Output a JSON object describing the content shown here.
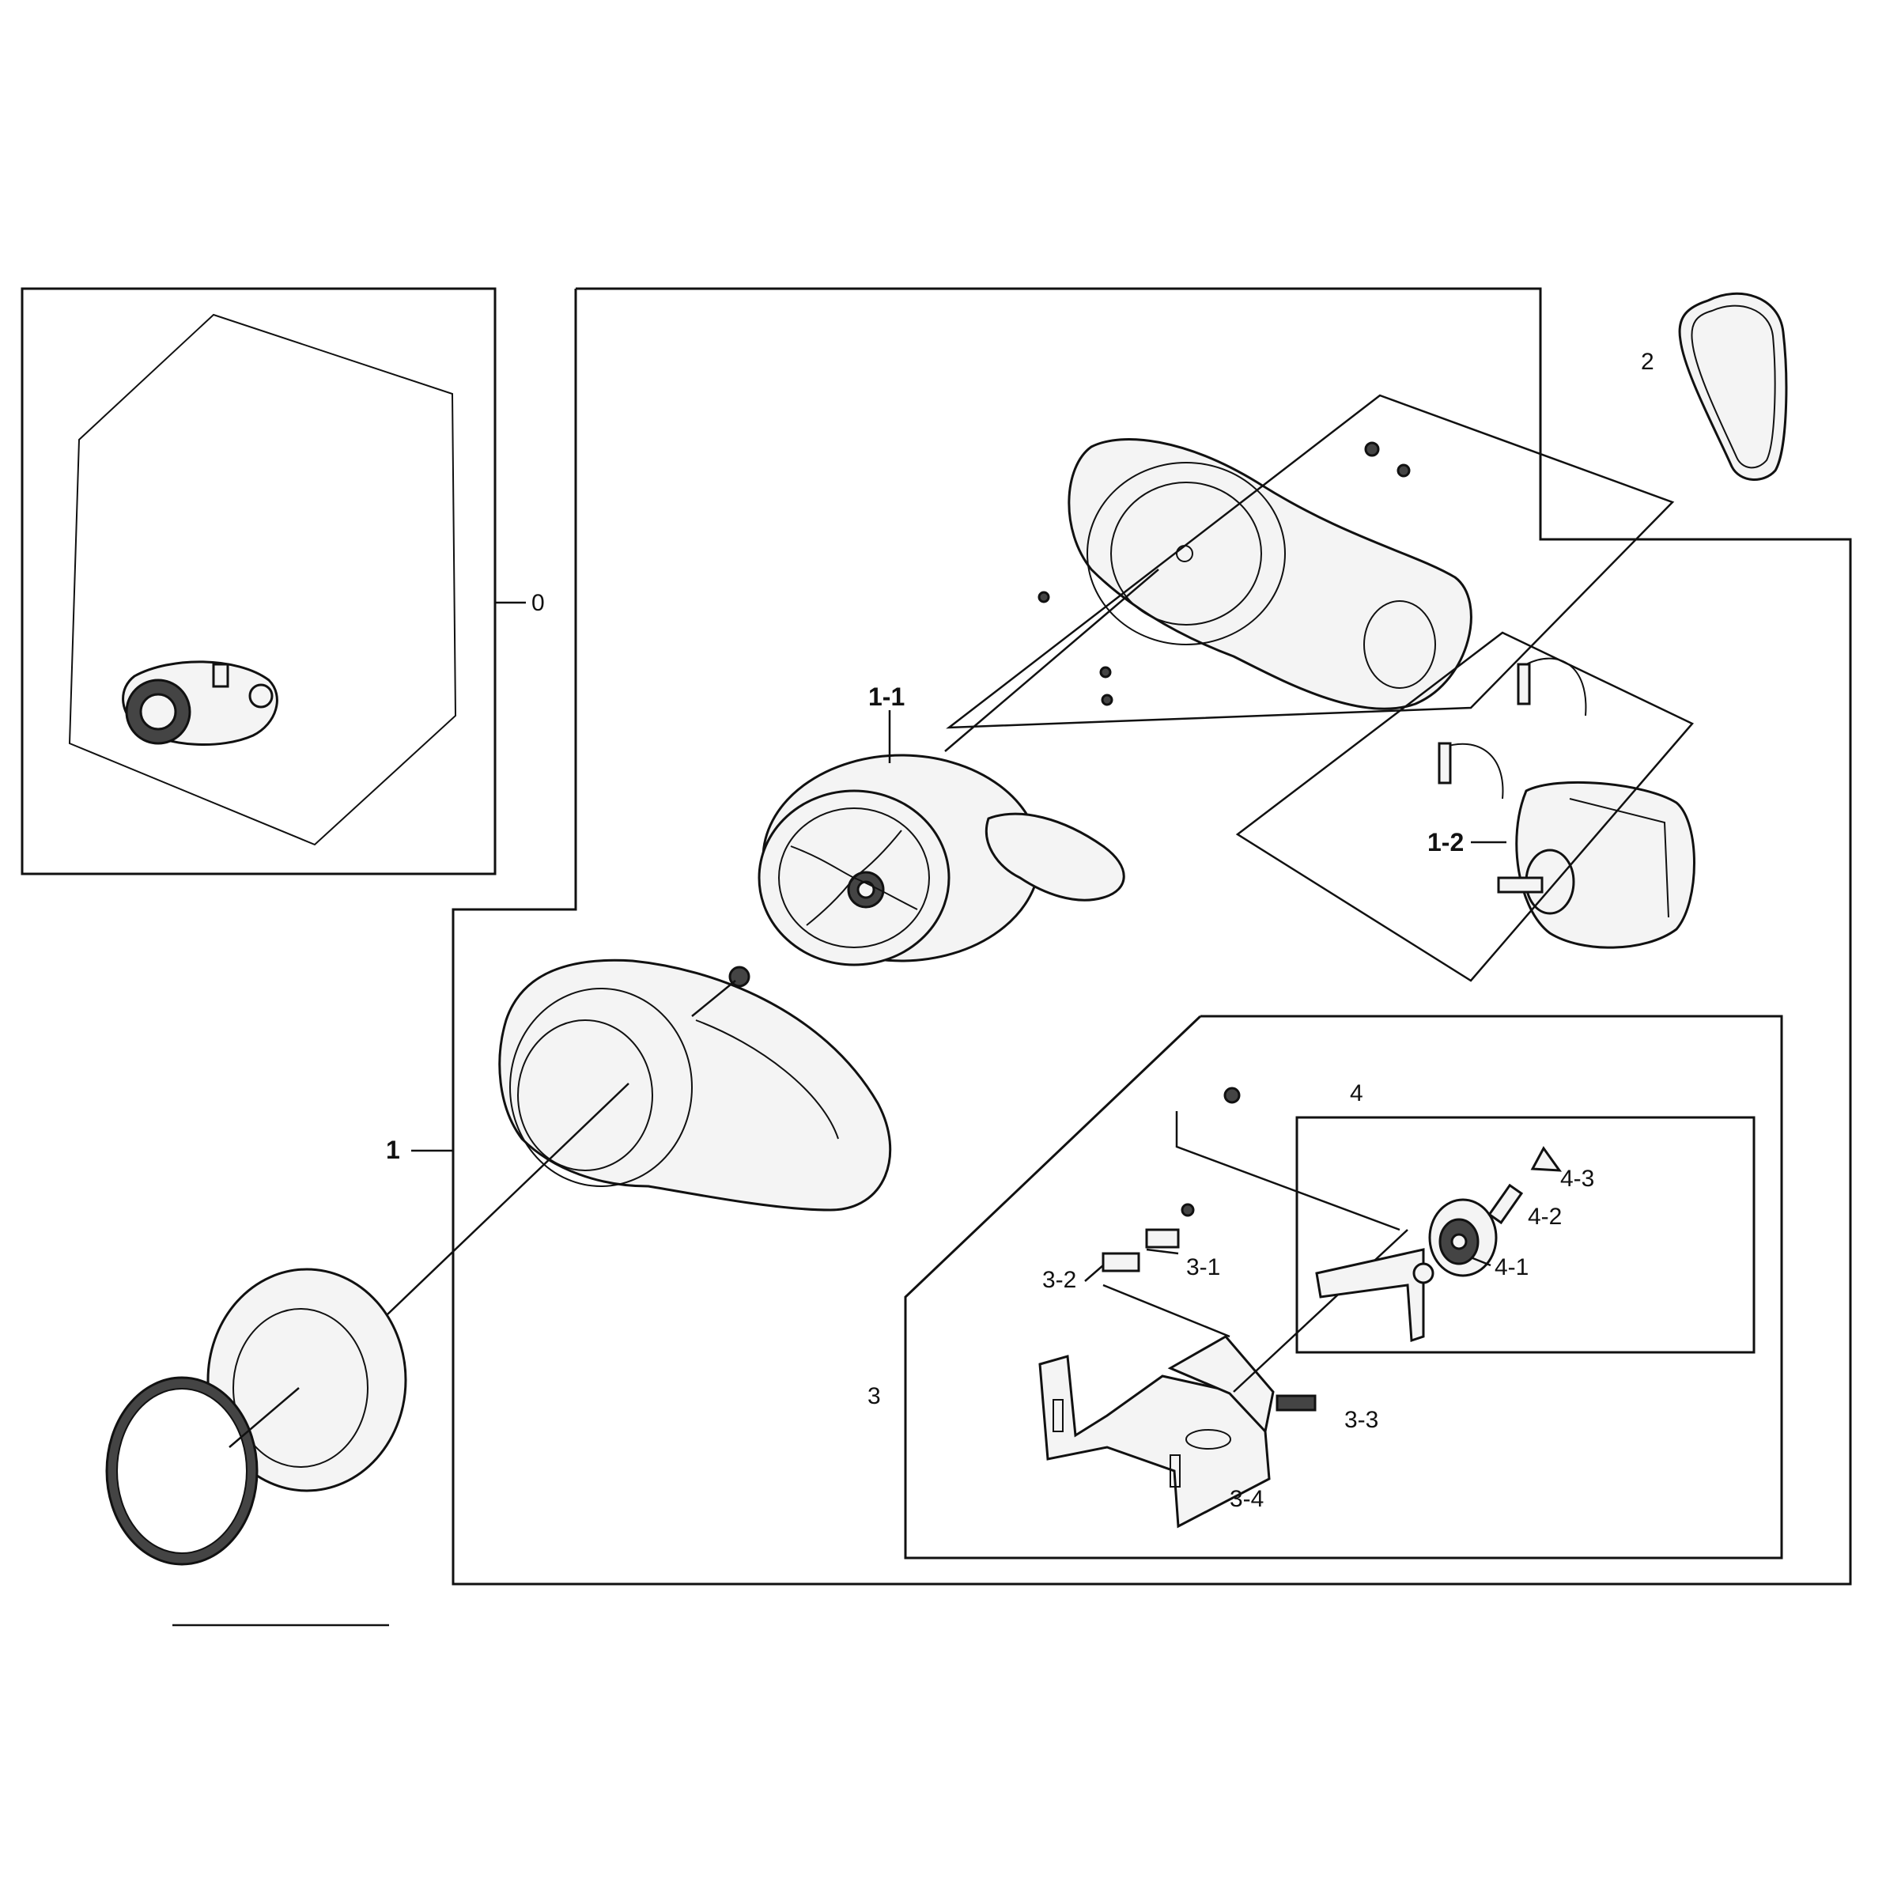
{
  "callouts": {
    "c0": "0",
    "c1": "1",
    "c1_1": "1-1",
    "c1_2": "1-2",
    "c2": "2",
    "c3": "3",
    "c3_1": "3-1",
    "c3_2": "3-2",
    "c3_3": "3-3",
    "c3_4": "3-4",
    "c4": "4",
    "c4_1": "4-1",
    "c4_2": "4-2",
    "c4_3": "4-3"
  },
  "colors": {
    "line": "#111111",
    "paper": "#ffffff",
    "part_fill": "#f4f4f4"
  }
}
